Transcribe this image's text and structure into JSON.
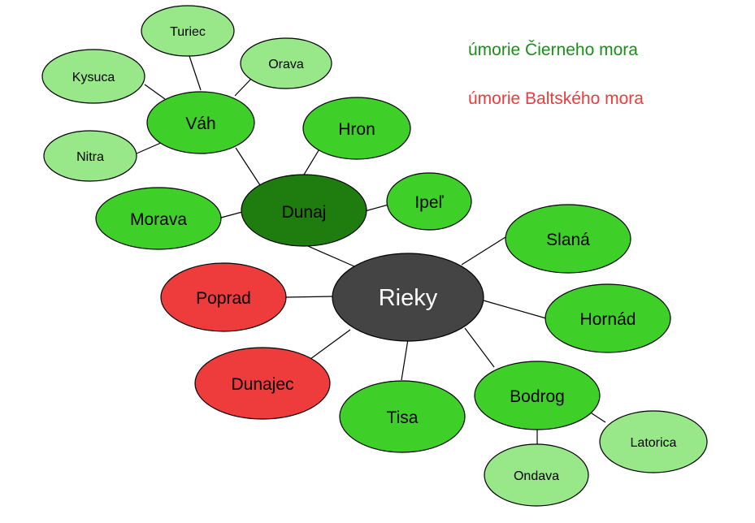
{
  "legend": {
    "black_sea": {
      "label": "úmorie Čierneho mora",
      "color": "#1a8f1a"
    },
    "baltic_sea": {
      "label": "úmorie Baltského mora",
      "color": "#ee3b3b"
    }
  },
  "colors": {
    "center": "#444444",
    "dunaj": "#1f7d0f",
    "tributary": "#3ecf28",
    "minor": "#98e88a",
    "baltic": "#ee3b3b",
    "stroke": "#000000",
    "center_text": "#ffffff",
    "text": "#000000"
  },
  "nodes": {
    "center": {
      "label": "Rieky",
      "category": "center"
    },
    "dunaj": {
      "label": "Dunaj",
      "category": "dunaj"
    },
    "vah": {
      "label": "Váh",
      "category": "tributary"
    },
    "hron": {
      "label": "Hron",
      "category": "tributary"
    },
    "ipel": {
      "label": "Ipeľ",
      "category": "tributary"
    },
    "morava": {
      "label": "Morava",
      "category": "tributary"
    },
    "turiec": {
      "label": "Turiec",
      "category": "minor"
    },
    "orava": {
      "label": "Orava",
      "category": "minor"
    },
    "kysuca": {
      "label": "Kysuca",
      "category": "minor"
    },
    "nitra": {
      "label": "Nitra",
      "category": "minor"
    },
    "slana": {
      "label": "Slaná",
      "category": "tributary"
    },
    "hornad": {
      "label": "Hornád",
      "category": "tributary"
    },
    "bodrog": {
      "label": "Bodrog",
      "category": "tributary"
    },
    "latorica": {
      "label": "Latorica",
      "category": "minor"
    },
    "ondava": {
      "label": "Ondava",
      "category": "minor"
    },
    "tisa": {
      "label": "Tisa",
      "category": "tributary"
    },
    "dunajec": {
      "label": "Dunajec",
      "category": "baltic"
    },
    "poprad": {
      "label": "Poprad",
      "category": "baltic"
    }
  }
}
